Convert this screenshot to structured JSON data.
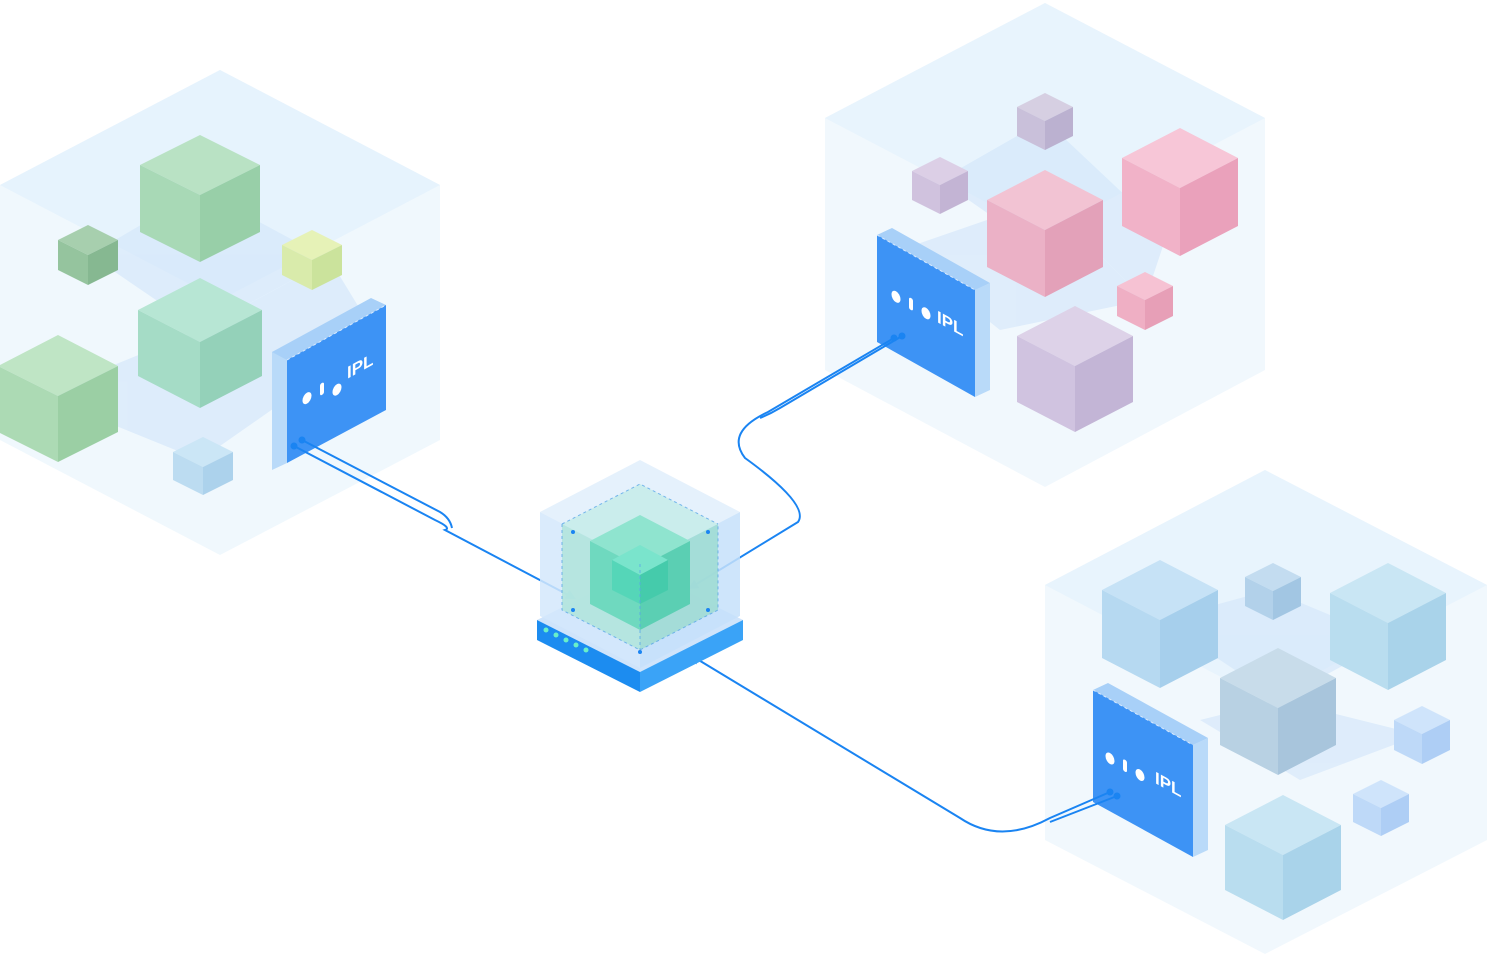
{
  "colors": {
    "connector": "#1a84f2",
    "panel_front": "#3d93f5",
    "panel_side": "#9fc9f8",
    "hub_base": "#1c8cf0",
    "hub_core": "#5fd9c1",
    "group_green": "#a8dcb6",
    "group_pink": "#f2a7c1",
    "group_purple": "#c5b7db",
    "group_blue": "#a8d3ee"
  },
  "panels": [
    {
      "id": "top-left",
      "label": "IPL"
    },
    {
      "id": "top-right",
      "label": "IPL"
    },
    {
      "id": "bottom-right",
      "label": "IPL"
    }
  ],
  "hub": {
    "icon": "layered-cube-icon",
    "indicator_count": 5
  }
}
